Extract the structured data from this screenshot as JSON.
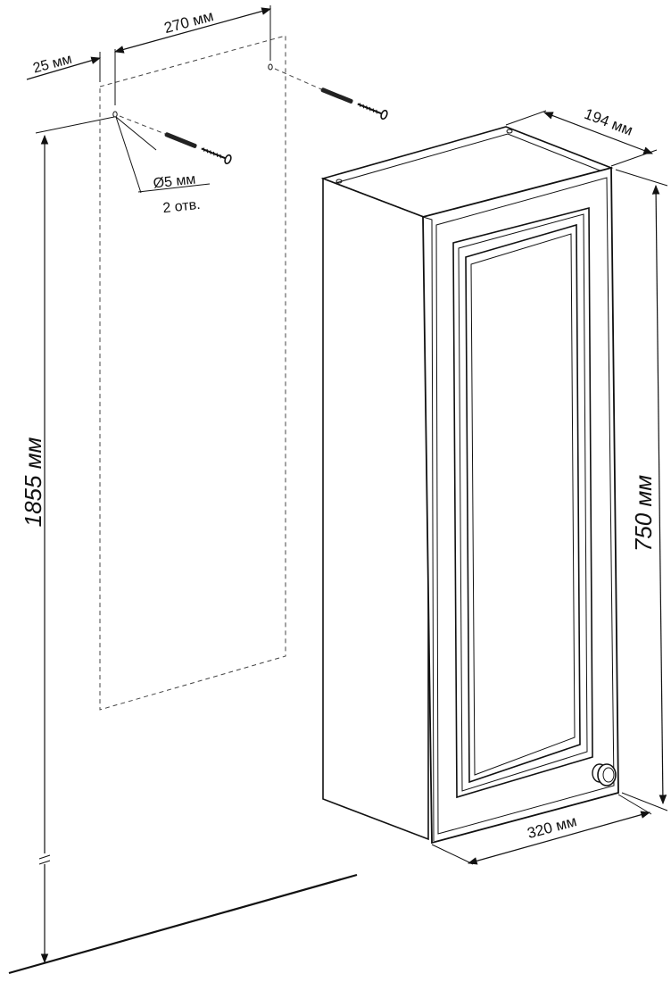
{
  "labels": {
    "dim_hole_spacing": "270 мм",
    "dim_offset": "25 мм",
    "dim_depth": "194 мм",
    "dim_height": "750 мм",
    "dim_mount_height": "1855 мм",
    "dim_width": "320 мм",
    "hole_diameter": "Ø5 мм",
    "hole_count": "2 отв."
  },
  "colors": {
    "line": "#111111",
    "dashed_outline": "#444444",
    "background": "#ffffff"
  },
  "icons": {
    "screw_left": "screw-icon",
    "screw_right": "screw-icon",
    "knob": "door-knob-icon"
  }
}
